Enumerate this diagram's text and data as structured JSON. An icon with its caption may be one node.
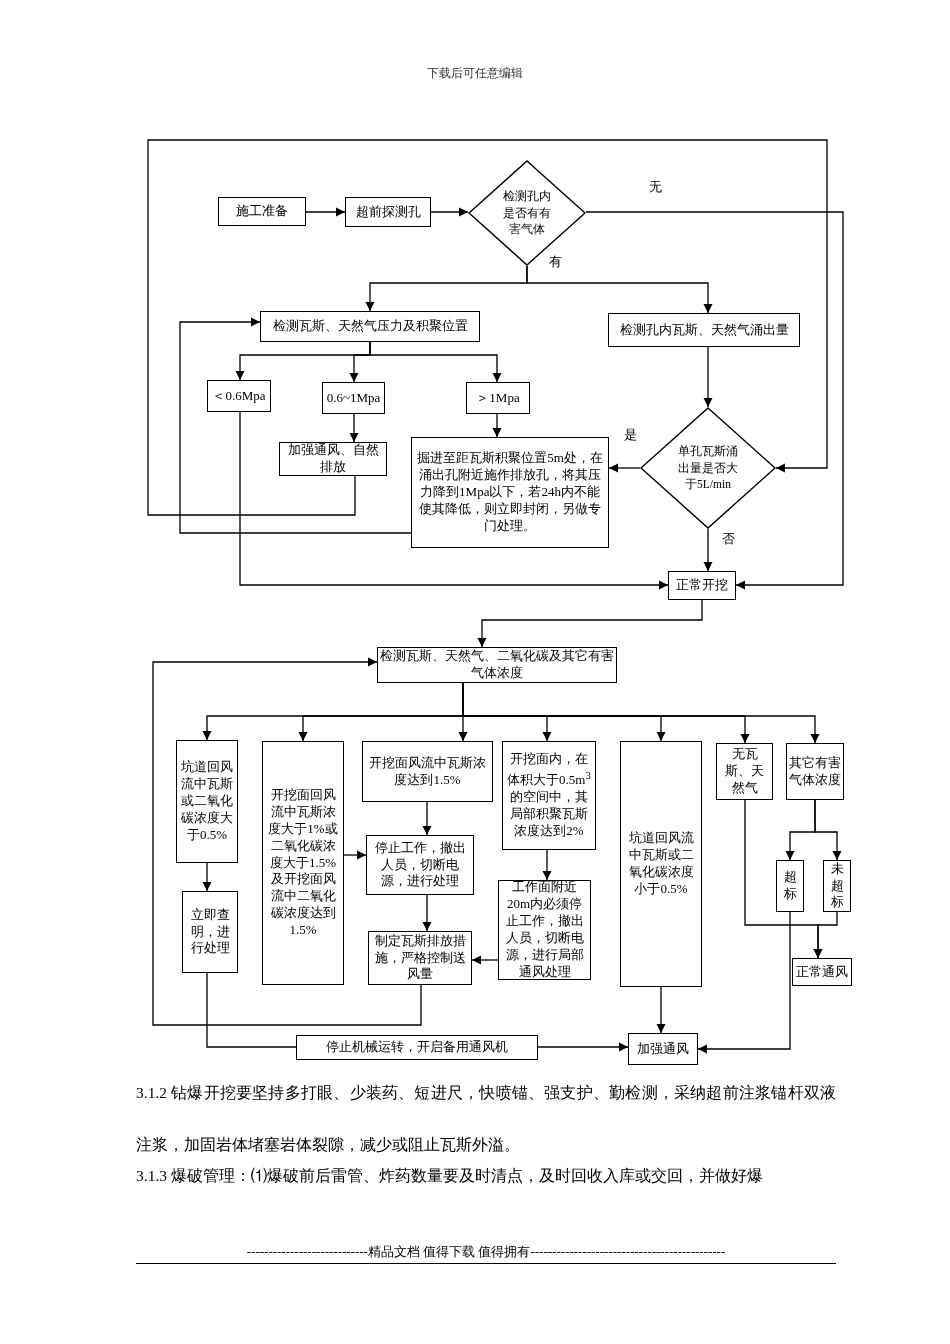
{
  "diagram": {
    "nodes": [
      {
        "text": [
          "施工准备"
        ]
      },
      {
        "text": [
          "超前探测孔"
        ]
      },
      {
        "text": [
          "检测孔内是否有有害气体"
        ]
      },
      {
        "text": [
          "检测瓦斯、天然气压力及积聚位置"
        ]
      },
      {
        "text": [
          "检测孔内瓦斯、天然气涌出量"
        ]
      },
      {
        "text": [
          "＜0.6Mpa"
        ]
      },
      {
        "text": [
          "0.6~1Mpa"
        ]
      },
      {
        "text": [
          "＞1Mpa"
        ]
      },
      {
        "text": [
          "加强通风、自然排放"
        ]
      },
      {
        "text": [
          "掘进至距瓦斯积聚位置5m处，在涌出孔附近施作排放孔，将其压力降到1Mpa以下，若24h内不能使其降低，则立即封闭，另做专门处理。"
        ]
      },
      {
        "text": [
          "单孔瓦斯涌出量是否大于5L/min"
        ]
      },
      {
        "text": [
          "正常开挖"
        ]
      },
      {
        "text": [
          "检测瓦斯、天然气、二氧化碳及其它有害气体浓度"
        ]
      },
      {
        "text": [
          "坑道回风流中瓦斯或二氧化碳浓度大于0.5%"
        ]
      },
      {
        "text": [
          "开挖面回风流中瓦斯浓度大于1%或二氧化碳浓度大于1.5%及开挖面风流中二氧化碳浓度达到1.5%"
        ]
      },
      {
        "text": [
          "开挖面风流中瓦斯浓度达到1.5%"
        ]
      },
      {
        "text": [
          "开挖面内，在体积大于0.5m$^{3}$的空间中，其局部积聚瓦斯浓度达到2%"
        ]
      },
      {
        "text": [
          "坑道回风流中瓦斯或二氧化碳浓度小于0.5%"
        ]
      },
      {
        "text": [
          "无瓦斯、天然气"
        ]
      },
      {
        "text": [
          "其它有害气体浓度"
        ]
      },
      {
        "text": [
          "立即查明，进行处理"
        ]
      },
      {
        "text": [
          "停止工作，撤出人员，切断电源，进行处理"
        ]
      },
      {
        "text": [
          "工作面附近20m内必须停止工作，撤出人员，切断电源，进行局部通风处理"
        ]
      },
      {
        "text": [
          "制定瓦斯排放措施，严格控制送风量"
        ]
      },
      {
        "text": [
          "超标"
        ]
      },
      {
        "text": [
          "未超标"
        ]
      },
      {
        "text": [
          "正常通风"
        ]
      },
      {
        "text": [
          "停止机械运转，开启备用通风机"
        ]
      },
      {
        "text": [
          "加强通风"
        ]
      }
    ],
    "edges": [
      {
        "from": 0,
        "to": 1,
        "arrow": "to"
      },
      {
        "from": 1,
        "to": 2,
        "arrow": "to"
      },
      {
        "from": 2,
        "to": 3,
        "arrow": "to",
        "label": "有"
      },
      {
        "from": 2,
        "to": 4,
        "arrow": "to"
      },
      {
        "from": 2,
        "to": 11,
        "arrow": "to",
        "label": "无"
      },
      {
        "from": 8,
        "to": 10,
        "arrow": "to"
      },
      {
        "from": 9,
        "to": 3,
        "arrow": "to"
      },
      {
        "from": 3,
        "to": 5,
        "arrow": "to"
      },
      {
        "from": 3,
        "to": 6,
        "arrow": "to"
      },
      {
        "from": 3,
        "to": 7,
        "arrow": "to"
      },
      {
        "from": 6,
        "to": 8,
        "arrow": "to"
      },
      {
        "from": 7,
        "to": 9,
        "arrow": "to"
      },
      {
        "from": 4,
        "to": 10,
        "arrow": "to"
      },
      {
        "from": 10,
        "to": 9,
        "arrow": "to",
        "label": "是"
      },
      {
        "from": 10,
        "to": 11,
        "arrow": "to",
        "label": "否"
      },
      {
        "from": 5,
        "to": 11,
        "arrow": "to"
      },
      {
        "from": 11,
        "to": 12,
        "arrow": "to"
      },
      {
        "from": 12,
        "to": 13,
        "arrow": "to"
      },
      {
        "from": 12,
        "to": 14,
        "arrow": "to"
      },
      {
        "from": 12,
        "to": 15,
        "arrow": "to"
      },
      {
        "from": 12,
        "to": 16,
        "arrow": "to"
      },
      {
        "from": 12,
        "to": 17,
        "arrow": "to"
      },
      {
        "from": 12,
        "to": 18,
        "arrow": "to"
      },
      {
        "from": 12,
        "to": 19,
        "arrow": "to"
      },
      {
        "from": 13,
        "to": 20,
        "arrow": "to"
      },
      {
        "from": 14,
        "to": 21,
        "arrow": "to"
      },
      {
        "from": 15,
        "to": 21,
        "arrow": "to"
      },
      {
        "from": 21,
        "to": 23,
        "arrow": "to"
      },
      {
        "from": 16,
        "to": 22,
        "arrow": "to"
      },
      {
        "from": 22,
        "to": 23,
        "arrow": "to"
      },
      {
        "from": 23,
        "to": 12,
        "arrow": "to"
      },
      {
        "from": 20,
        "to": 27,
        "arrow": "none"
      },
      {
        "from": 27,
        "to": 28,
        "arrow": "to"
      },
      {
        "from": 17,
        "to": 28,
        "arrow": "to"
      },
      {
        "from": 19,
        "to": 24,
        "arrow": "to"
      },
      {
        "from": 19,
        "to": 25,
        "arrow": "to"
      },
      {
        "from": 24,
        "to": 28,
        "arrow": "to"
      },
      {
        "from": 18,
        "to": 26,
        "arrow": "to"
      },
      {
        "from": 25,
        "to": 26,
        "arrow": "to"
      }
    ],
    "labels": [
      "下载后可任意编辑",
      "3.1.2 钻爆开挖要坚持多打眼、少装药、短进尺，快喷锚、强支护、勤检测，采纳超前注浆锚杆双液注浆，加固岩体堵塞岩体裂隙，减少或阻止瓦斯外溢。",
      "3.1.3 爆破管理：⑴爆破前后雷管、炸药数量要及时清点，及时回收入库或交回，并做好爆",
      "----------------------------精品文档 值得下载 值得拥有---------------------------------------------"
    ]
  }
}
